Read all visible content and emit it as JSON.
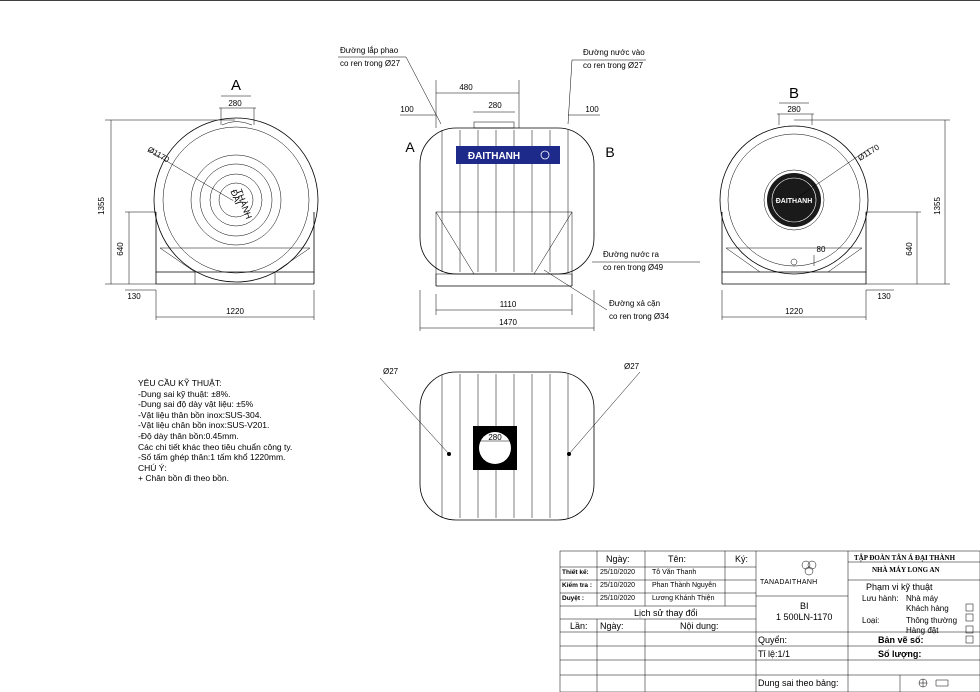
{
  "views": {
    "left": {
      "section": "A",
      "top_width": "280",
      "diameter": "Ø1170",
      "height": "1355",
      "saddle_height": "640",
      "base": "130",
      "width": "1220",
      "logo_line1": "ĐẠI",
      "logo_line2": "THÀNH"
    },
    "front": {
      "float_port_title": "Đường lắp phao",
      "float_port_sub": "co ren trong Ø27",
      "inlet_title": "Đường nước vào",
      "inlet_sub": "co ren trong Ø27",
      "dim_480": "480",
      "dim_280": "280",
      "dim_100_left": "100",
      "dim_100_right": "100",
      "marker_a": "A",
      "marker_b": "B",
      "brand": "ĐAITHANH",
      "outlet_title": "Đường nước ra",
      "outlet_sub": "co ren trong Ø49",
      "drain_title": "Đường xả cặn",
      "drain_sub": "co ren trong Ø34",
      "dim_1110": "1110",
      "dim_1470": "1470"
    },
    "right": {
      "section": "B",
      "top_width": "280",
      "diameter": "Ø1170",
      "height": "1355",
      "saddle_height": "640",
      "base": "130",
      "width": "1220",
      "outlet_offset": "80",
      "badge": "ĐAITHANH"
    },
    "bottom": {
      "hole_left": "Ø27",
      "hole_right": "Ø27",
      "opening": "280"
    }
  },
  "requirements": [
    "YÊU CẦU KỸ THUẬT:",
    "-Dung sai kỹ thuật: ±8%.",
    "-Dung sai độ dày vật liệu: ±5%",
    "-Vật liệu thân bồn inox:SUS-304.",
    "-Vật liệu chân bồn inox:SUS-V201.",
    "-Độ dày thân bồn:0.45mm.",
    "Các chi tiết khác theo tiêu chuẩn công ty.",
    "-Số tấm ghép thân:1 tấm khổ 1220mm.",
    "CHÚ Ý:",
    "+ Chân bồn đi theo bồn."
  ],
  "title_block": {
    "h_ngay": "Ngày:",
    "h_ten": "Tên:",
    "h_ky": "Ký:",
    "rows": [
      {
        "role": "Thiết kế:",
        "date": "25/10/2020",
        "name": "Tô Văn Thanh"
      },
      {
        "role": "Kiểm tra :",
        "date": "25/10/2020",
        "name": "Phan Thành Nguyên"
      },
      {
        "role": "Duyệt :",
        "date": "25/10/2020",
        "name": "Lương Khánh Thiện"
      }
    ],
    "history": "Lịch sử thay đổi",
    "col_lan": "Lần:",
    "col_ngay": "Ngày:",
    "col_noidung": "Nội dung:",
    "company_logo": "TANADAITHANH",
    "group": "TẬP ĐOÀN TÂN Á ĐẠI THÀNH",
    "factory": "NHÀ MÁY LONG AN",
    "product_line": "BI",
    "product_code": "1 500LN-1170",
    "scope_title": "Phạm vi kỹ thuật",
    "circulation_label": "Lưu hành:",
    "circ_1": "Nhà máy",
    "circ_2": "Khách hàng",
    "type_label": "Loại:",
    "type_1": "Thông thường",
    "type_2": "Hàng đặt",
    "volume": "Quyển:",
    "drawing_no": "Bản vẽ số:",
    "scale": "Tỉ lệ:1/1",
    "quantity": "Số lượng:",
    "tolerance": "Dung sai theo bảng:"
  }
}
